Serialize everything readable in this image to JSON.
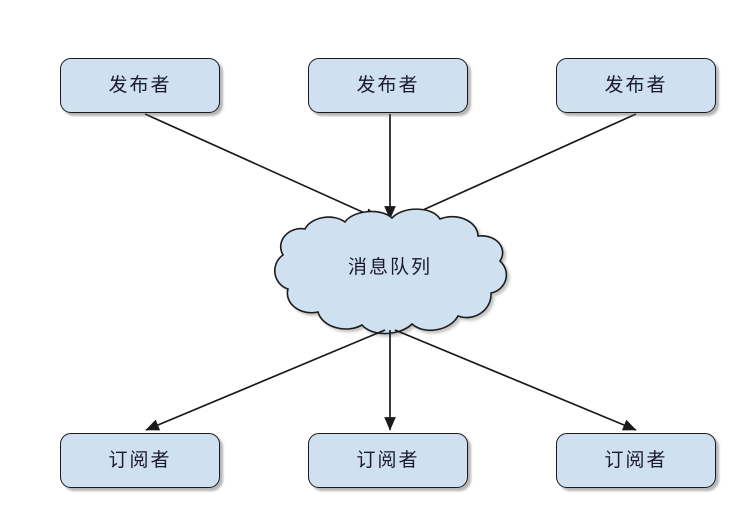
{
  "diagram": {
    "type": "publish-subscribe-message-queue",
    "style": {
      "node_fill": "#cfe0f1",
      "node_stroke": "#1a1a1a",
      "cloud_fill": "#cfe0f1",
      "cloud_stroke": "#1a1a1a",
      "arrow_color": "#1a1a1a",
      "text_color": "#1a1a2e",
      "background": "#ffffff"
    },
    "publishers": [
      {
        "label": "发布者"
      },
      {
        "label": "发布者"
      },
      {
        "label": "发布者"
      }
    ],
    "broker": {
      "label": "消息队列",
      "shape": "cloud"
    },
    "subscribers": [
      {
        "label": "订阅者"
      },
      {
        "label": "订阅者"
      },
      {
        "label": "订阅者"
      }
    ],
    "edges": [
      {
        "from": "发布者",
        "to": "消息队列",
        "direction": "down-right"
      },
      {
        "from": "发布者",
        "to": "消息队列",
        "direction": "down"
      },
      {
        "from": "发布者",
        "to": "消息队列",
        "direction": "down-left"
      },
      {
        "from": "消息队列",
        "to": "订阅者",
        "direction": "down-left"
      },
      {
        "from": "消息队列",
        "to": "订阅者",
        "direction": "down"
      },
      {
        "from": "消息队列",
        "to": "订阅者",
        "direction": "down-right"
      }
    ]
  }
}
